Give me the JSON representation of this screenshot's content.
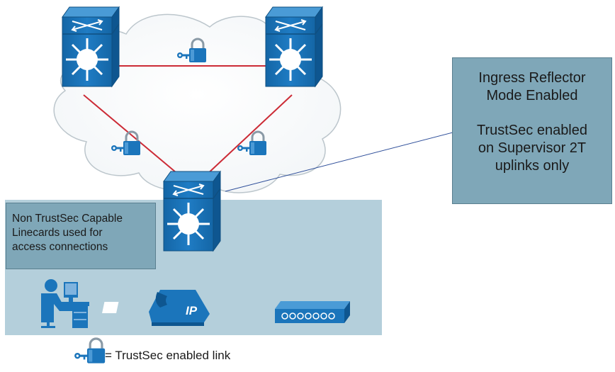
{
  "callout_right": {
    "line1": "Ingress Reflector",
    "line2": "Mode Enabled",
    "line3": "TrustSec enabled",
    "line4": "on Supervisor 2T",
    "line5": "uplinks only"
  },
  "callout_left": {
    "line1": "Non TrustSec Capable",
    "line2": "Linecards used for",
    "line3": "access connections"
  },
  "phone_badge": "IP",
  "legend": {
    "text": "= TrustSec enabled link"
  },
  "colors": {
    "link": "#cc2b36",
    "device": "#1b75bb",
    "access_area": "#b4cfdb",
    "callout": "#7fa7b8"
  }
}
